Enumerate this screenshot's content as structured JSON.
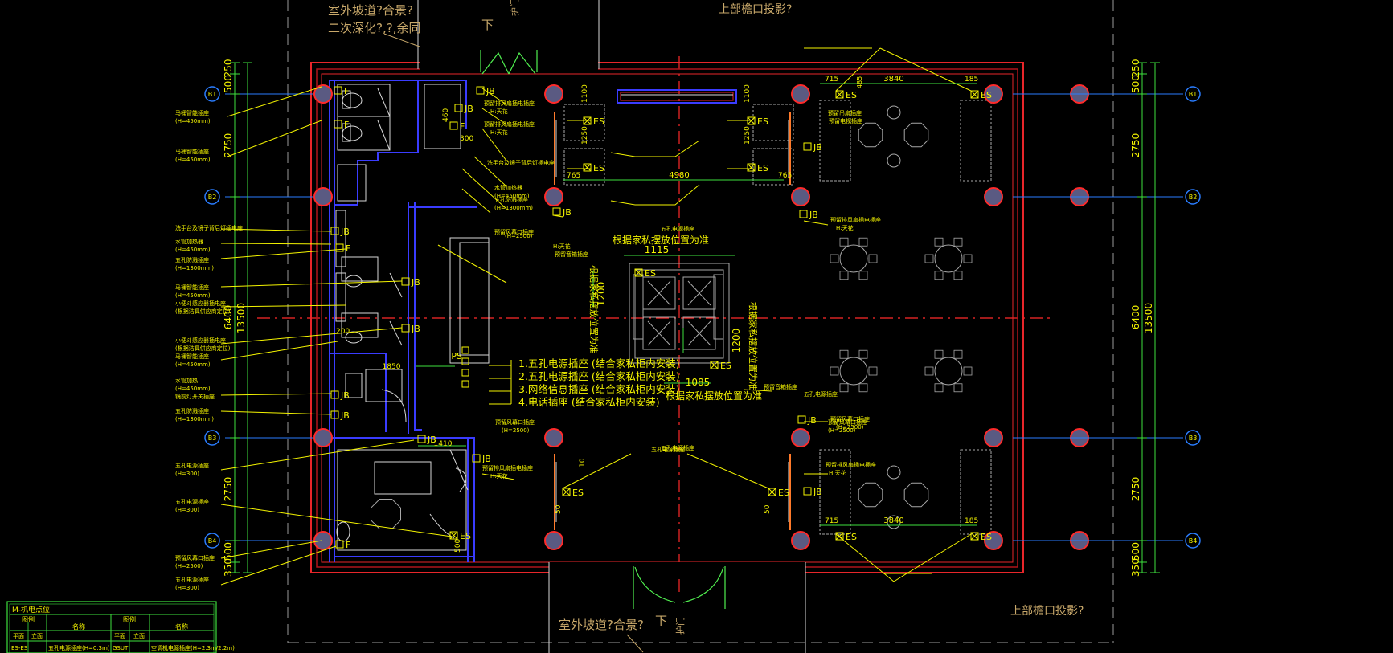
{
  "colors": {
    "background": "#000000",
    "wall_red": "#e8262a",
    "wall_dark_red": "#b0141a",
    "interior_blue": "#3a3cff",
    "partition_white": "#d8d8d8",
    "annotation_yellow": "#f4f400",
    "dim_green": "#3ee03e",
    "door_green": "#50f050",
    "note_tan": "#c8a86a",
    "axis_red": "#ff2a2a",
    "grid_cyan": "#2a7dff",
    "column_fill": "#5a5a82",
    "column_ring": "#ff2a2a",
    "furniture_gray": "#a8a8a8",
    "frame_gray": "#9a9a9a"
  },
  "notes": {
    "top_left_1": "室外坡道?合景?",
    "top_left_2": "二次深化?,?,余同",
    "top_right": "上部檐口投影?",
    "bottom_left": "室外坡道?合景?",
    "bottom_right": "上部檐口投影?",
    "down_top": "下",
    "down_bottom": "下",
    "guard_top": "护门",
    "guard_bottom": "护门"
  },
  "axes": {
    "left": [
      "B1",
      "B2",
      "B3",
      "B4"
    ],
    "right": [
      "B1",
      "B2",
      "B3",
      "B4"
    ]
  },
  "dims": {
    "left_segments": [
      "250",
      "500",
      "2750",
      "6400",
      "2750",
      "500",
      "350"
    ],
    "left_total": "13500",
    "right_segments": [
      "250",
      "500",
      "2750",
      "6400",
      "2750",
      "500",
      "350"
    ],
    "right_total": "13500",
    "top_span": "4980",
    "top_right_span": "3840",
    "bottom_right_span": "3840",
    "d715_top": "715",
    "d485_top": "485",
    "d185_top": "185",
    "d715_bot": "715",
    "d185_bot": "185",
    "d765_l": "765",
    "d765_r": "765",
    "d1115": "1115",
    "d1200_a": "1200",
    "d1200_b": "1200",
    "d1085": "1085",
    "d1850": "1850",
    "d1410": "1410",
    "d300": "300",
    "d200": "200",
    "d460": "460",
    "d1100_a": "1100",
    "d1100_b": "1100",
    "d1250_a": "1250",
    "d1250_b": "1250",
    "d50_a": "50",
    "d50_b": "50",
    "d10": "10",
    "d500_c": "500"
  },
  "labels": {
    "furniture_note_top": "根据家私摆放位置为准",
    "furniture_note_bottom": "根据家私摆放位置为准",
    "furniture_note_vertical_l": "根据家私摆放位置为准",
    "furniture_note_vertical_r": "根据家私摆放位置为准",
    "legend_1": "1.五孔电源插座  (结合家私柜内安装)",
    "legend_2": "2.五孔电源插座  (结合家私柜内安装)",
    "legend_3": "3.网络信息插座  (结合家私柜内安装)",
    "legend_4": "4.电话插座  (结合家私柜内安装)",
    "left_callouts": [
      "马桶智能插座",
      "(H=450mm)",
      "马桶智能插座",
      "(H=450mm)",
      "洗手台及镜子背后灯插电座",
      "水管加热器",
      "(H=450mm)",
      "五孔防溅插座",
      "(H=1300mm)",
      "马桶智能插座",
      "(H=450mm)",
      "小便斗感应器插电座",
      "(根据洁具供应商定位)",
      "小便斗感应器插电座",
      "(根据洁具供应商定位)",
      "马桶智能插座",
      "(H=450mm)",
      "水管加热",
      "(H=450mm)",
      "镜前灯开关插座",
      "五孔防溅插座",
      "(H=1300mm)",
      "五孔电源插座",
      "(H=300)",
      "五孔电源插座",
      "(H=300)",
      "预留风幕口插座",
      "(H=2500)",
      "五孔电源插座",
      "(H=300)"
    ],
    "inner_callouts": [
      "预留排风扇插电插座",
      "H:天花",
      "预留排风扇插电插座",
      "H:天花",
      "洗手台及镜子背后灯插电座",
      "水管加热器",
      "(H=450mm)",
      "五孔防溅插座",
      "(H=1300mm)",
      "预留风幕口插座",
      "(H=2500)",
      "预留吊扇插座",
      "预留电视插座",
      "H:天花",
      "预留音箱插座",
      "预留音箱插座",
      "预留排风扇插电插座",
      "H:天花",
      "预留风幕口插座",
      "(H=2500)",
      "五孔电源插座",
      "五孔电源插座",
      "预留风幕口插座",
      "(H=2500)",
      "预留排风扇插电插座",
      "H:天花",
      "五孔电源插座",
      "预留风幕口插座",
      "(H=2500)",
      "预留排风扇插电插座",
      "H:天花",
      "五孔电源插座"
    ],
    "symbols": {
      "es": "ES",
      "jb": "JB",
      "f": "F",
      "ps": "PS"
    }
  },
  "table": {
    "title": "M-机电点位",
    "header": [
      "图例",
      "名称",
      "图例",
      "名称"
    ],
    "sub_header": [
      "平面",
      "立面",
      "平面",
      "立面"
    ],
    "row": [
      "ES-ES",
      "五孔电源插座(H=0.3m)",
      "GSUT",
      "空调机电源插座(H=2.3m/2.2m)"
    ]
  }
}
